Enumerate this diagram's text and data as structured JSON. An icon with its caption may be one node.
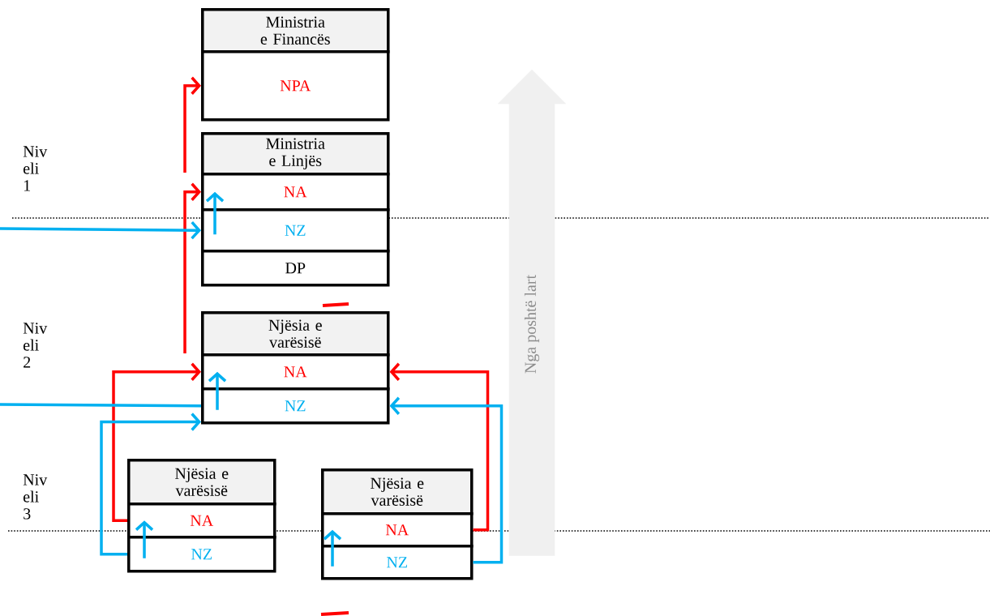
{
  "diagram": {
    "nodes": [
      {
        "text": [
          "Ministria e Financës"
        ]
      },
      {
        "text": [
          "NPA"
        ]
      },
      {
        "text": [
          "Ministria e Linjës"
        ]
      },
      {
        "text": [
          "NA"
        ]
      },
      {
        "text": [
          "NZ"
        ]
      },
      {
        "text": [
          "DP"
        ]
      },
      {
        "text": [
          "Njësia e varësisë"
        ]
      },
      {
        "text": [
          "NA"
        ]
      },
      {
        "text": [
          "NZ"
        ]
      },
      {
        "text": [
          "Njësia e varësisë"
        ]
      },
      {
        "text": [
          "NA"
        ]
      },
      {
        "text": [
          "NZ"
        ]
      },
      {
        "text": [
          "Njësia e varësisë"
        ]
      },
      {
        "text": [
          "NA"
        ]
      },
      {
        "text": [
          "NZ"
        ]
      },
      {
        "text": [
          "Nga poshtë lart"
        ]
      }
    ],
    "edges": [
      {
        "from": 7,
        "to": 3,
        "arrow": "to",
        "color": "#ff0000"
      },
      {
        "from": 3,
        "to": 1,
        "arrow": "to",
        "color": "#ff0000"
      },
      {
        "from": 10,
        "to": 7,
        "arrow": "to",
        "color": "#ff0000"
      },
      {
        "from": 13,
        "to": 7,
        "arrow": "to",
        "color": "#ff0000"
      },
      {
        "from": null,
        "to": 4,
        "arrow": "to"
      },
      {
        "from": null,
        "to": 8,
        "arrow": "none"
      },
      {
        "from": 11,
        "to": 8,
        "arrow": "to"
      },
      {
        "from": 14,
        "to": 8,
        "arrow": "to"
      },
      {
        "from": 4,
        "to": 3,
        "arrow": "to"
      },
      {
        "from": 8,
        "to": 7,
        "arrow": "to"
      },
      {
        "from": 11,
        "to": 10,
        "arrow": "to"
      },
      {
        "from": 14,
        "to": 13,
        "arrow": "to"
      }
    ],
    "labels": [
      "Niv eli 1",
      "Niv eli 2",
      "Niv eli 3"
    ]
  }
}
